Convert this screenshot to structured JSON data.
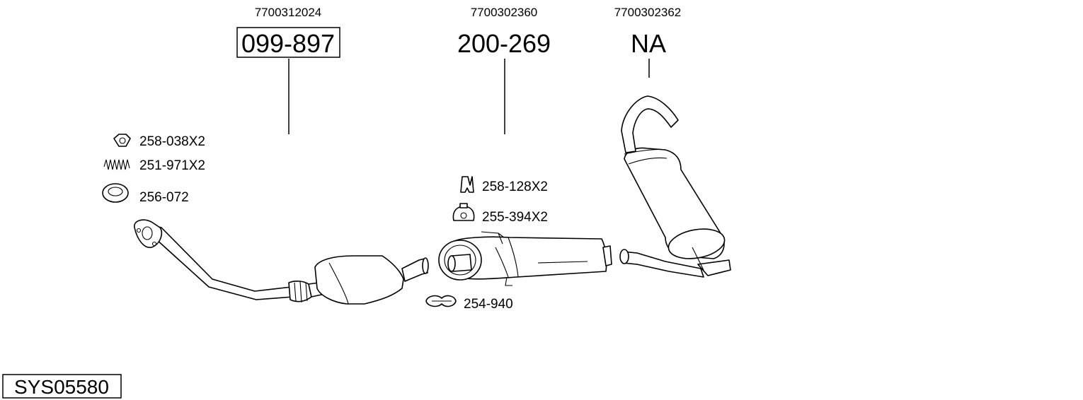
{
  "system_code": "SYS05580",
  "groups": [
    {
      "oem": "7700312024",
      "part": "099-897",
      "boxed": true
    },
    {
      "oem": "7700302360",
      "part": "200-269",
      "boxed": false
    },
    {
      "oem": "7700302362",
      "part": "NA",
      "boxed": false
    }
  ],
  "accessories": [
    {
      "label": "258-038X2",
      "icon": "nut-icon"
    },
    {
      "label": "251-971X2",
      "icon": "spring-icon"
    },
    {
      "label": "256-072",
      "icon": "gasket-ring-icon"
    },
    {
      "label": "258-128X2",
      "icon": "mounting-bracket-icon"
    },
    {
      "label": "255-394X2",
      "icon": "rubber-hanger-icon"
    },
    {
      "label": "254-940",
      "icon": "pipe-clamp-icon"
    }
  ]
}
